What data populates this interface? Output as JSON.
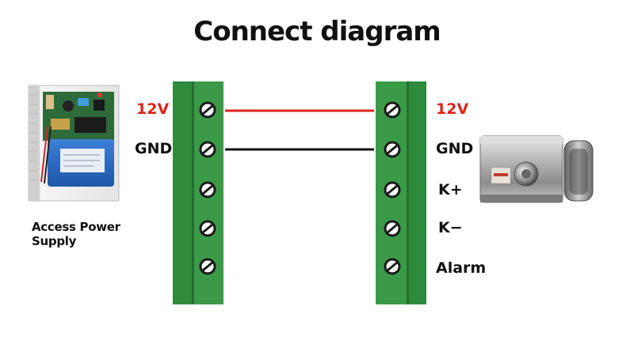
{
  "title": "Connect diagram",
  "power_supply": {
    "caption_line1": "Access Power",
    "caption_line2": "Supply"
  },
  "left_block": {
    "labels": [
      "12V",
      "GND"
    ]
  },
  "right_block": {
    "labels": [
      "12V",
      "GND",
      "K+",
      "K−",
      "Alarm"
    ]
  },
  "colors": {
    "terminal_green": "#2f8a3c",
    "wire_red": "#d9251d",
    "wire_black": "#111111",
    "label_red": "#d9251d"
  },
  "icons": [
    "power-supply-image",
    "electric-lock-image",
    "screw-terminal-icon"
  ]
}
